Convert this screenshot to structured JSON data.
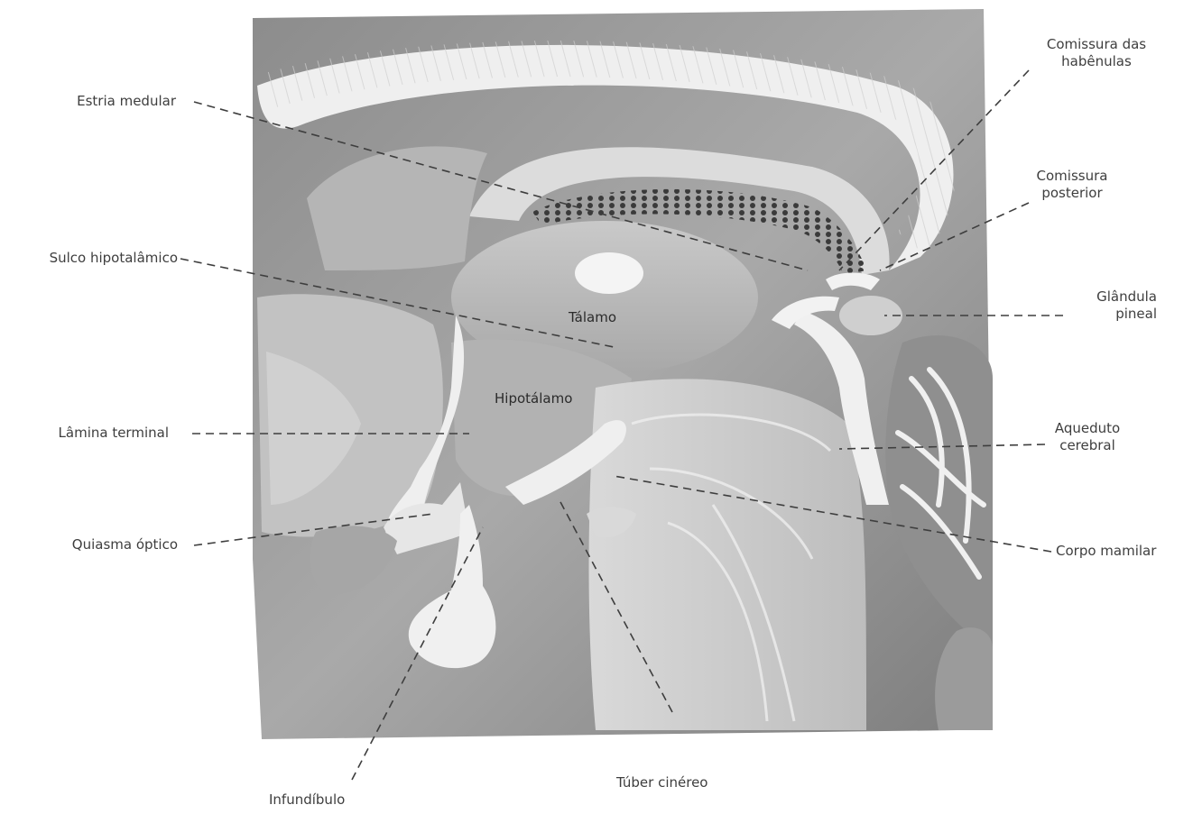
{
  "diagram": {
    "inner_labels": {
      "talamo": "Tálamo",
      "hipotalamo": "Hipotálamo"
    },
    "callouts": {
      "estria_medular": "Estria medular",
      "sulco_hipotalamico": "Sulco hipotalâmico",
      "lamina_terminal": "Lâmina terminal",
      "quiasma_optico": "Quiasma óptico",
      "infundibulo": "Infundíbulo",
      "tuber_cinereo": "Túber cinéreo",
      "comissura_habenulas_line1": "Comissura das",
      "comissura_habenulas_line2": "habênulas",
      "comissura_posterior_line1": "Comissura",
      "comissura_posterior_line2": "posterior",
      "glandula_pineal_line1": "Glândula",
      "glandula_pineal_line2": "pineal",
      "aqueduto_line1": "Aqueduto",
      "aqueduto_line2": "cerebral",
      "corpo_mamilar": "Corpo mamilar"
    },
    "colors": {
      "ink": "#3e3e3e",
      "tissue_dark": "#9a9a9a",
      "tissue_mid": "#bcbcbc",
      "tissue_light": "#e3e3e3",
      "ventricle": "#f2f2f2"
    }
  }
}
